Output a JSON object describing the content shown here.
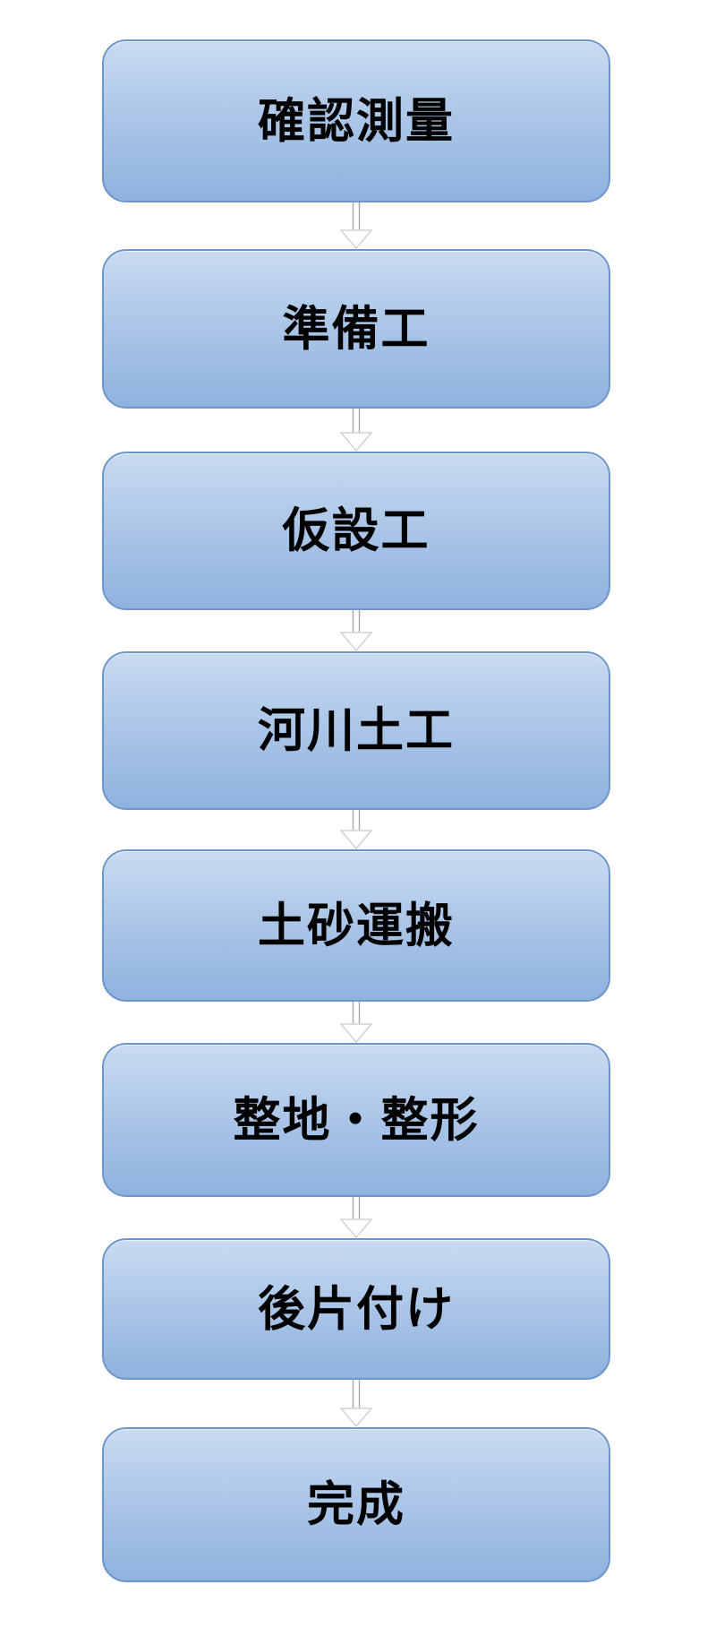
{
  "diagram": {
    "type": "flowchart",
    "direction": "top-down",
    "steps": [
      {
        "label": "確認測量"
      },
      {
        "label": "準備工"
      },
      {
        "label": "仮設工"
      },
      {
        "label": "河川土工"
      },
      {
        "label": "土砂運搬"
      },
      {
        "label": "整地・整形"
      },
      {
        "label": "後片付け"
      },
      {
        "label": "完成"
      }
    ],
    "connector": {
      "glyph_name": "down-arrow-icon"
    },
    "colors": {
      "background": "#ffffff",
      "box_fill_top": "#c9dbf1",
      "box_fill_mid": "#a9c4e7",
      "box_fill_bottom": "#8fb2de",
      "box_border": "#6d96cb",
      "text": "#000000",
      "connector_shaft": "#a8a8a8",
      "connector_head": "#d2d2d2"
    }
  }
}
